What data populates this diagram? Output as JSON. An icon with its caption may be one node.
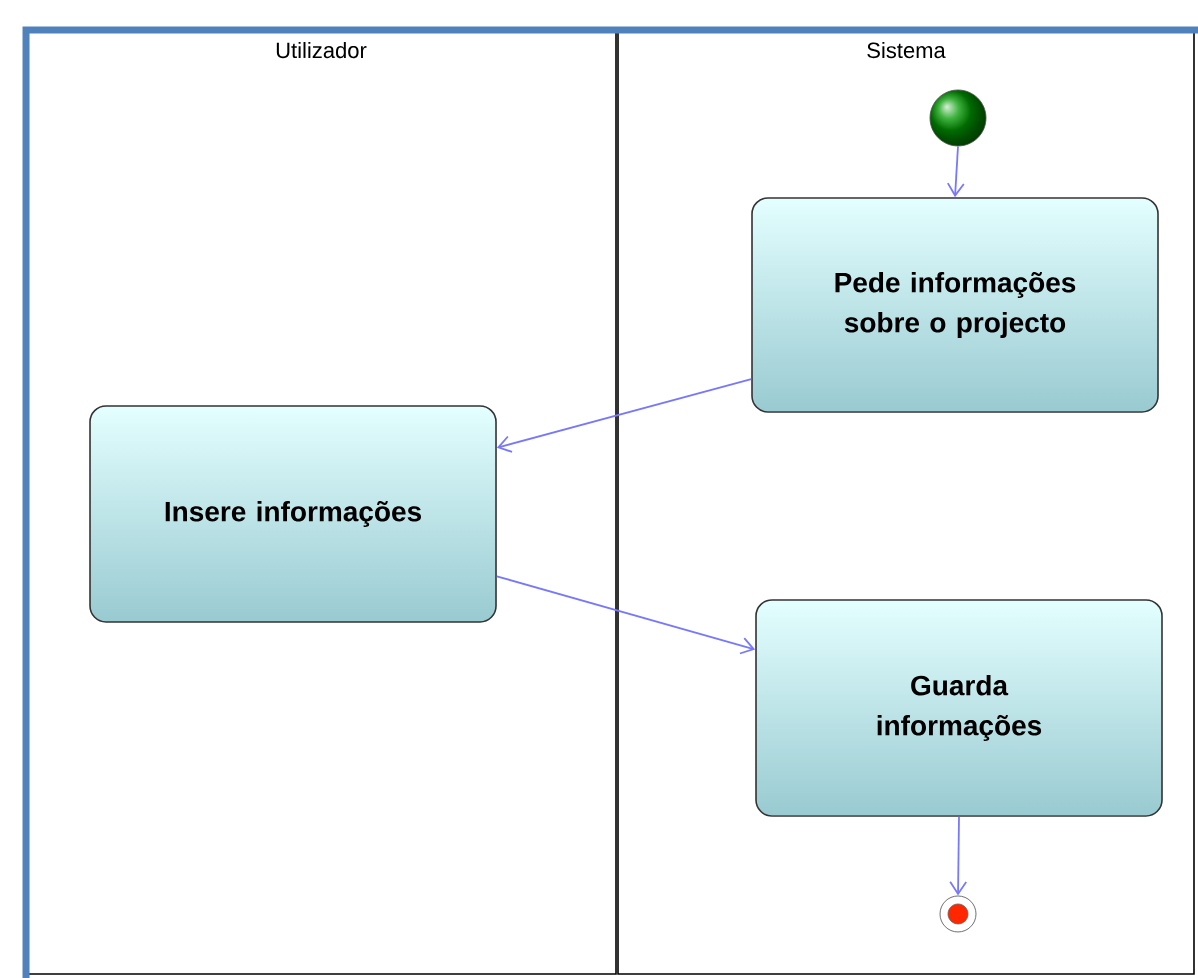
{
  "diagram": {
    "nodes": [
      {
        "text": [
          "Utilizador"
        ]
      },
      {
        "text": [
          "Sistema"
        ]
      },
      {
        "text": [],
        "shape": "circle",
        "in": 1
      },
      {
        "text": [
          "Pede informações sobre o projecto"
        ],
        "in": 1
      },
      {
        "text": [
          "Insere informações"
        ],
        "in": 0
      },
      {
        "text": [
          "Guarda informações"
        ],
        "in": 1
      },
      {
        "text": [],
        "shape": "circle",
        "in": 1
      }
    ],
    "edges": [
      {
        "from": 2,
        "to": 3,
        "arrow": "to"
      },
      {
        "from": 3,
        "to": 4,
        "arrow": "to"
      },
      {
        "from": 4,
        "to": 5,
        "arrow": "to"
      },
      {
        "from": 5,
        "to": 6,
        "arrow": "to"
      }
    ]
  }
}
